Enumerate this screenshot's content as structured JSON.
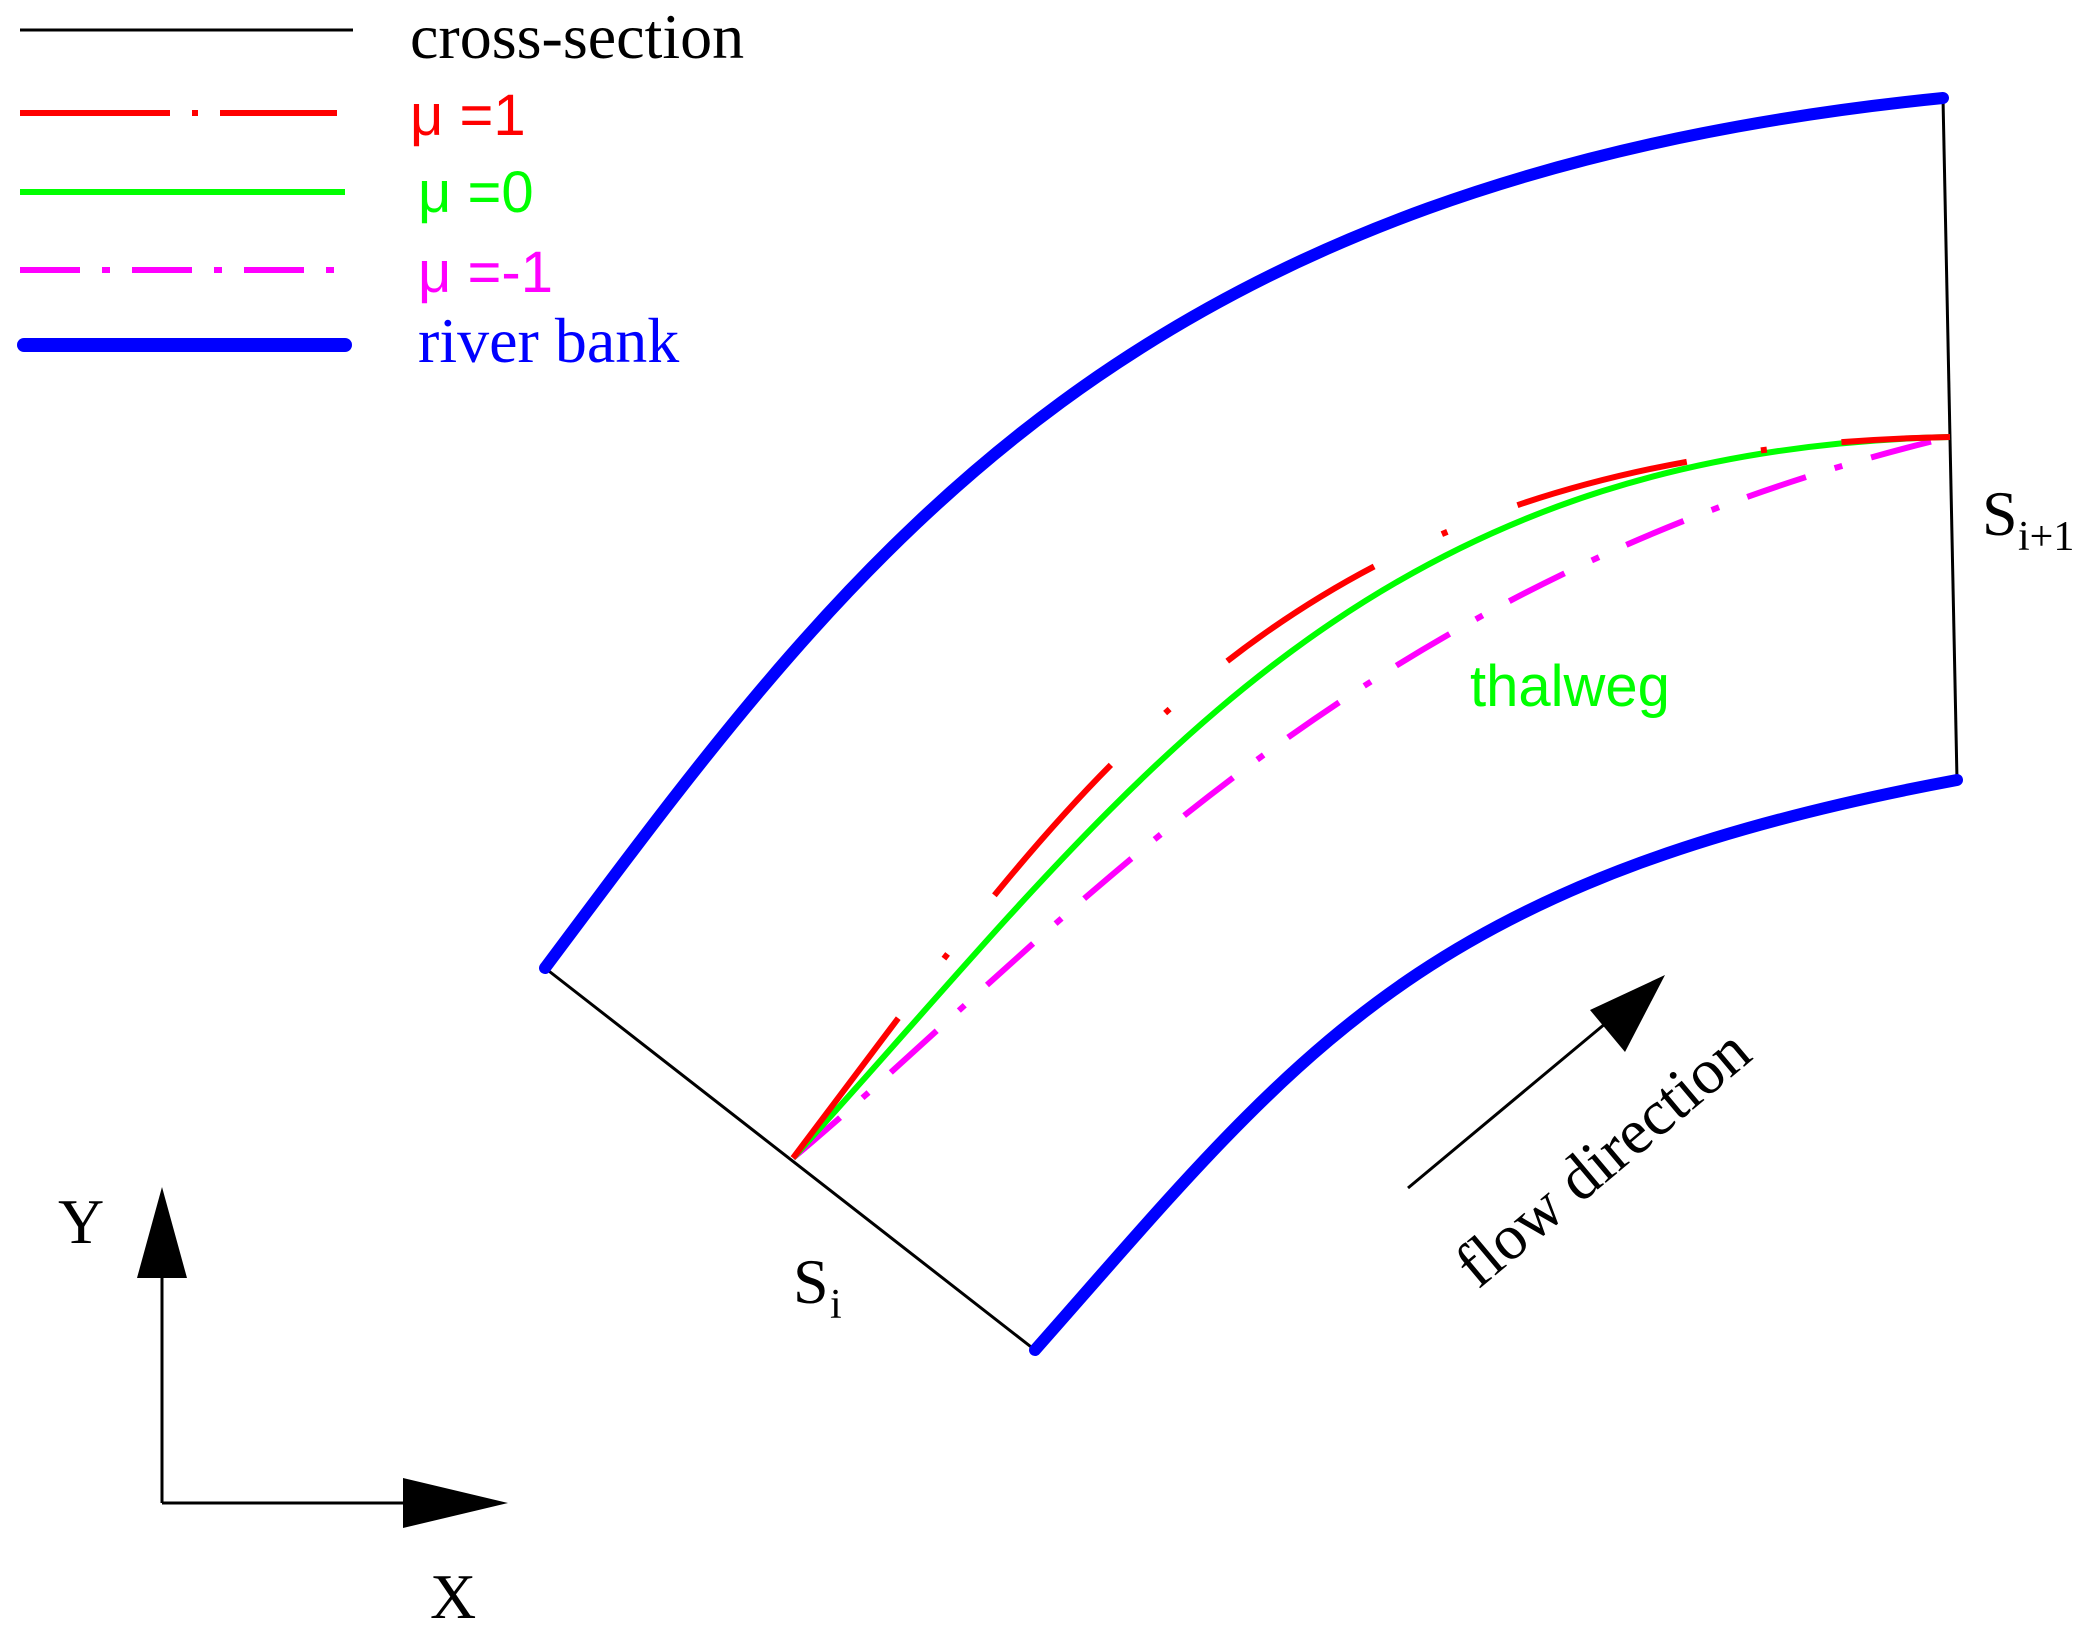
{
  "colors": {
    "cross_section": "#000000",
    "mu_pos": "#ff0000",
    "mu_zero": "#00ff00",
    "mu_neg": "#ff00ff",
    "river_bank": "#0000ff",
    "axes": "#000000"
  },
  "legend": {
    "items": [
      {
        "key": "cross_section",
        "label": "cross-section",
        "style": "solid-thin"
      },
      {
        "key": "mu_pos",
        "label": "μ =1",
        "style": "long-dash-dot"
      },
      {
        "key": "mu_zero",
        "label": "μ =0",
        "style": "solid"
      },
      {
        "key": "mu_neg",
        "label": "μ =-1",
        "style": "dash-dot"
      },
      {
        "key": "river_bank",
        "label": "river bank",
        "style": "solid-thick"
      }
    ]
  },
  "labels": {
    "thalweg": "thalweg",
    "flow_direction": "flow direction",
    "section_i_base": "S",
    "section_i_sub": "i",
    "section_next_base": "S",
    "section_next_sub": "i+1",
    "axis_x": "X",
    "axis_y": "Y"
  }
}
